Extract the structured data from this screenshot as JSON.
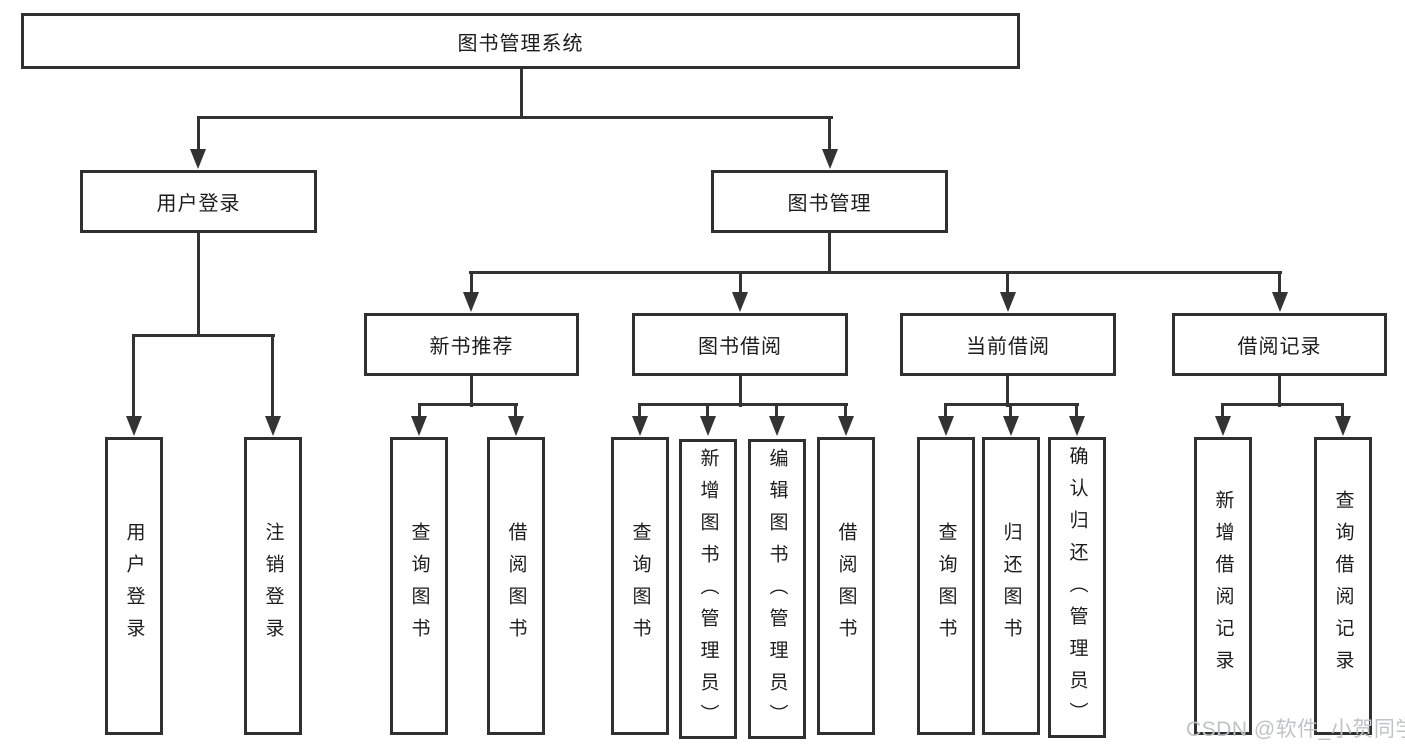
{
  "diagram": {
    "root": {
      "label": "图书管理系统",
      "children": [
        {
          "label": "用户登录",
          "children": [
            {
              "label": "用户登录"
            },
            {
              "label": "注销登录"
            }
          ]
        },
        {
          "label": "图书管理",
          "children": [
            {
              "label": "新书推荐",
              "children": [
                {
                  "label": "查询图书"
                },
                {
                  "label": "借阅图书"
                }
              ]
            },
            {
              "label": "图书借阅",
              "children": [
                {
                  "label": "查询图书"
                },
                {
                  "label": "新增图书（管理员）"
                },
                {
                  "label": "编辑图书（管理员）"
                },
                {
                  "label": "借阅图书"
                }
              ]
            },
            {
              "label": "当前借阅",
              "children": [
                {
                  "label": "查询图书"
                },
                {
                  "label": "归还图书"
                },
                {
                  "label": "确认归还（管理员）"
                }
              ]
            },
            {
              "label": "借阅记录",
              "children": [
                {
                  "label": "新增借阅记录"
                },
                {
                  "label": "查询借阅记录"
                }
              ]
            }
          ]
        }
      ]
    }
  },
  "watermark": {
    "text": "CSDN @软件_小贺同学"
  },
  "colors": {
    "line": "#333333",
    "border": "#303030",
    "text": "#1c1c1c",
    "watermark": "#c0c3c6",
    "background": "#ffffff"
  }
}
